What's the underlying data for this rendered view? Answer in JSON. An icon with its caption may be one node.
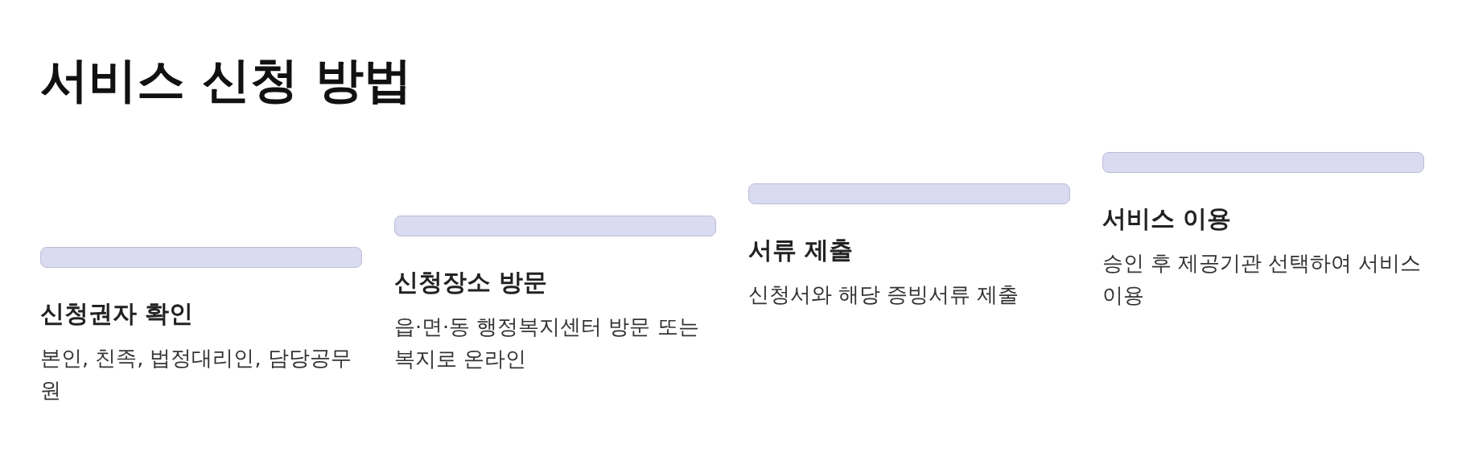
{
  "diagram": {
    "title": "서비스 신청 방법",
    "nodes": [
      {
        "text": [
          "신청권자 확인",
          "본인, 친족, 법정대리인, 담당공무원"
        ]
      },
      {
        "text": [
          "신청장소 방문",
          "읍·면·동 행정복지센터 방문 또는 복지로 온라인"
        ]
      },
      {
        "text": [
          "서류 제출",
          "신청서와 해당 증빙서류 제출"
        ]
      },
      {
        "text": [
          "서비스 이용",
          "승인 후 제공기관 선택하여 서비스 이용"
        ]
      }
    ]
  }
}
